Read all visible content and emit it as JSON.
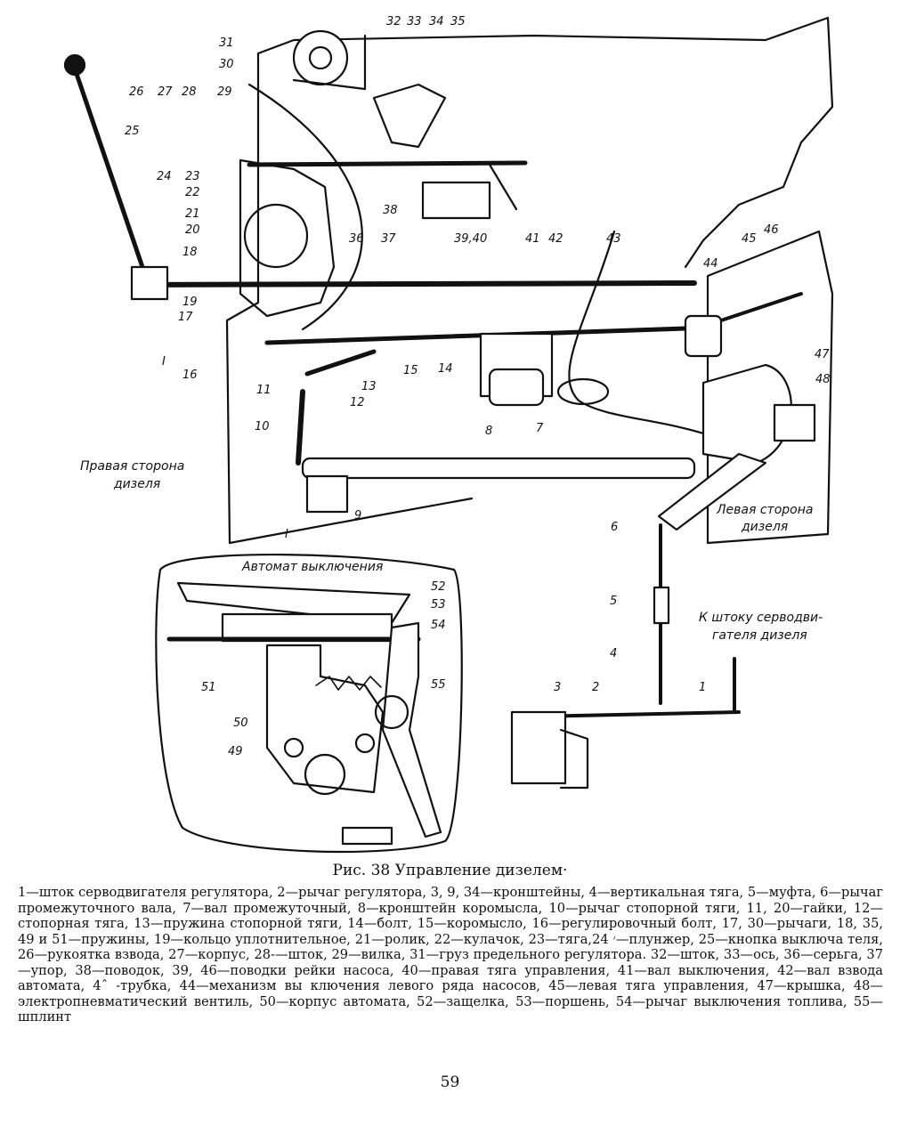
{
  "figure": {
    "callouts": [
      "1",
      "2",
      "3",
      "4",
      "5",
      "6",
      "7",
      "8",
      "9",
      "10",
      "11",
      "12",
      "13",
      "14",
      "15",
      "16",
      "17",
      "18",
      "19",
      "20",
      "21",
      "22",
      "23",
      "24",
      "25",
      "26",
      "27",
      "28",
      "29",
      "30",
      "31",
      "32",
      "33",
      "34",
      "35",
      "36",
      "37",
      "38",
      "39,40",
      "41",
      "42",
      "43",
      "44",
      "45",
      "46",
      "47",
      "48",
      "49",
      "50",
      "51",
      "52",
      "53",
      "54",
      "55",
      "I",
      "I"
    ],
    "side_labels": {
      "right_line1": "Правая сторона",
      "right_line2": "дизеля",
      "left_line1": "Левая сторона",
      "left_line2": "дизеля",
      "servo_line1": "К штоку серводви-",
      "servo_line2": "гателя дизеля"
    },
    "inset_title": "Автомат выключения"
  },
  "caption": {
    "title": "Рис. 38 Управление дизелем·",
    "legend": "1—шток серводвигателя регулятора, 2—рычаг регулятора, 3, 9, 34—кронштейны, 4—вертикальная тяга, 5—муфта, 6—рычаг промежуточного вала, 7—вал промежуточный, 8—кронштейн коромысла, 10—рычаг стопорной тяги, 11, 20—гайки, 12—стопорная тяга, 13—пружина стопорной тяги, 14—болт, 15—коромысло, 16—регулировочный болт, 17, 30—рычаги, 18, 35, 49 и 51—пружины, 19—кольцо уплотнительное, 21—ролик, 22—кулачок, 23—тяга,׳ 24—плунжер, 25—кнопка выключа теля, 26—рукоятка взвода, 27—корпус, 28-—шток, 29—вилка, 31—груз предельного регулятора. 32—шток, 33—ось, 36—серьга, 37—упор, 38—поводок, 39, 46—поводки рейки насоса, 40—правая тяга управления, 41—вал выключения, 42—вал взвода автомата, 4ˆ -трубка, 44—механизм вы ключения левого ряда насосов, 45—левая тяга управления, 47—крышка, 48—электропневматический вентиль, 50—корпус автомата, 52—защелка, 53—поршень, 54—рычаг выключения топлива, 55—шплинт"
  },
  "page_number": "59"
}
